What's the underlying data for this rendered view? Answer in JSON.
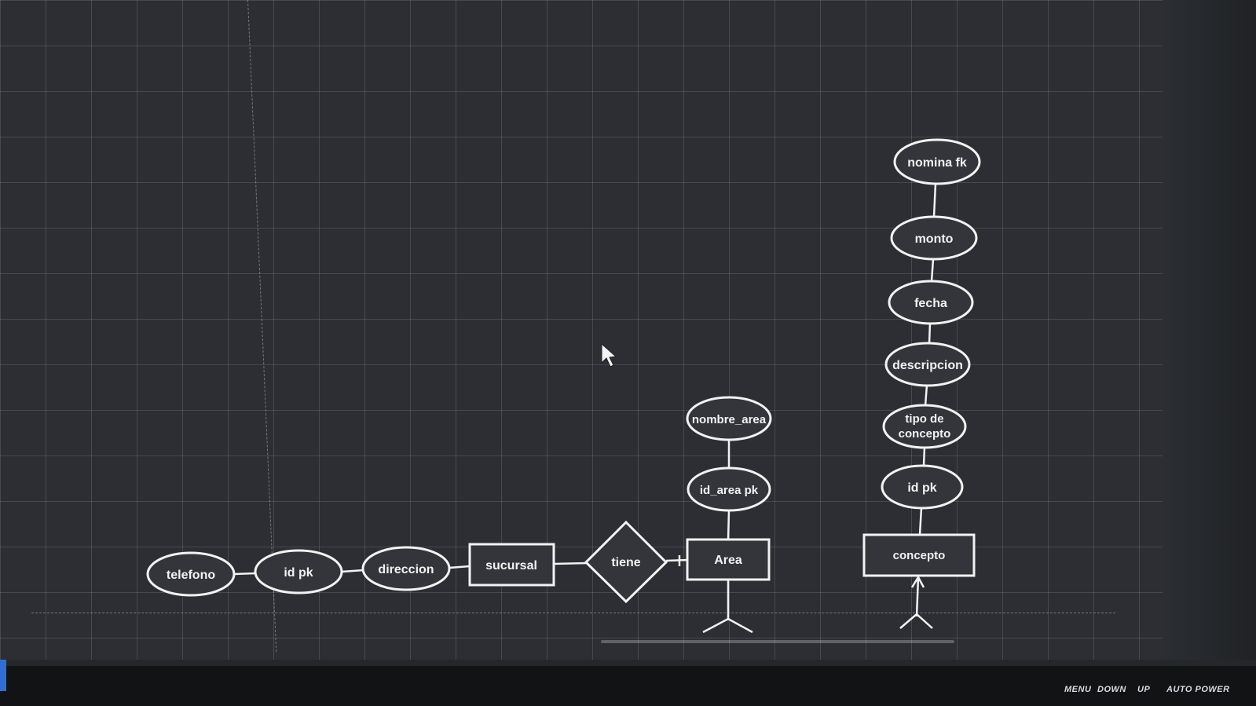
{
  "diagram": {
    "entities": {
      "sucursal": "sucursal",
      "area": "Area",
      "concepto": "concepto"
    },
    "relationships": {
      "tiene": "tiene"
    },
    "attributes": {
      "telefono": "telefono",
      "sucursal_id": "id pk",
      "direccion": "direccion",
      "nombre_area": "nombre_area",
      "id_area": "id_area pk",
      "nomina": "nomina fk",
      "monto": "monto",
      "fecha": "fecha",
      "descripcion": "descripcion",
      "tipo_concepto_1": "tipo de",
      "tipo_concepto_2": "concepto",
      "concepto_id": "id pk"
    }
  },
  "monitor": {
    "menu": "MENU",
    "down": "DOWN",
    "up": "UP",
    "auto_power": "AUTO POWER"
  },
  "colors": {
    "canvas": "#2d2e33",
    "stroke": "#f2f2f2"
  }
}
